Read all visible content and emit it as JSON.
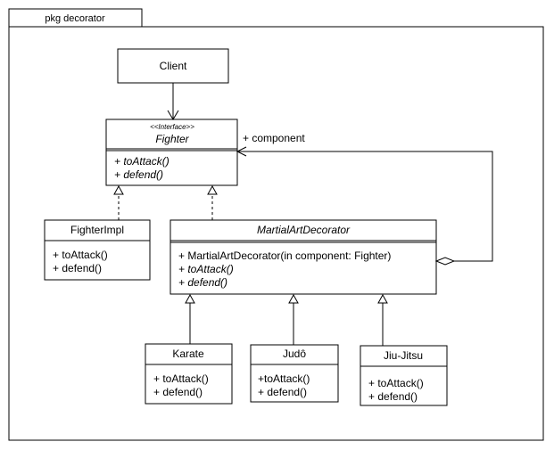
{
  "package": {
    "label": "pkg decorator"
  },
  "client": {
    "name": "Client"
  },
  "fighter": {
    "stereotype": "<<Interface>>",
    "name": "Fighter",
    "methods": [
      "+ toAttack()",
      "+ defend()"
    ]
  },
  "fighter_impl": {
    "name": "FighterImpl",
    "methods": [
      "+ toAttack()",
      "+ defend()"
    ]
  },
  "martial_art_decorator": {
    "name": "MartialArtDecorator",
    "methods": [
      "+ MartialArtDecorator(in component: Fighter)",
      "+ toAttack()",
      "+ defend()"
    ]
  },
  "karate": {
    "name": "Karate",
    "methods": [
      "+ toAttack()",
      "+ defend()"
    ]
  },
  "judo": {
    "name": "Judô",
    "methods": [
      "+toAttack()",
      "+ defend()"
    ]
  },
  "jiu_jitsu": {
    "name": "Jiu-Jitsu",
    "methods": [
      "+ toAttack()",
      "+ defend()"
    ]
  },
  "aggregation": {
    "role_label": "+ component"
  }
}
